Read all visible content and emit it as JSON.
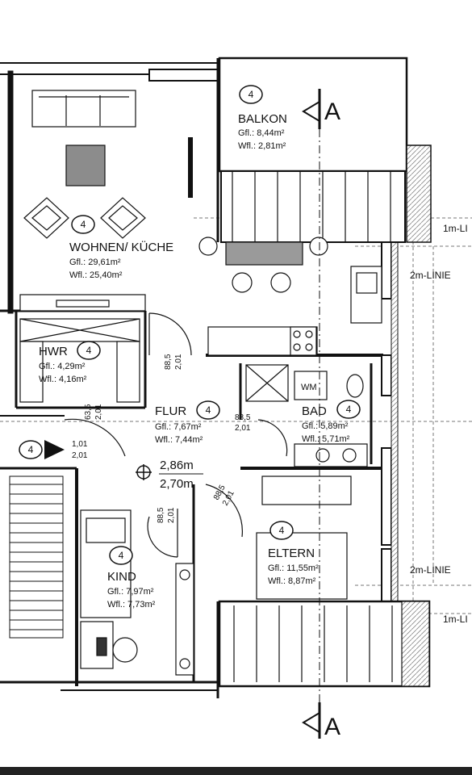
{
  "rooms": {
    "balkon": {
      "number": "4",
      "name": "BALKON",
      "gfl": "Gfl.: 8,44m²",
      "wfl": "Wfl.: 2,81m²"
    },
    "wohnen": {
      "number": "4",
      "name": "WOHNEN/ KÜCHE",
      "gfl": "Gfl.: 29,61m²",
      "wfl": "Wfl.: 25,40m²"
    },
    "hwr": {
      "number": "4",
      "name": "HWR",
      "gfl": "Gfl.: 4,29m²",
      "wfl": "Wfl.: 4,16m²"
    },
    "flur": {
      "number": "4",
      "name": "FLUR",
      "gfl": "Gfl.: 7,67m²",
      "wfl": "Wfl.: 7,44m²"
    },
    "bad": {
      "number": "4",
      "name": "BAD",
      "gfl": "Gfl.: 5,89m²",
      "wfl": "Wfl.: 5,71m²"
    },
    "kind": {
      "number": "4",
      "name": "KIND",
      "gfl": "Gfl.: 7,97m²",
      "wfl": "Wfl.: 7,73m²"
    },
    "eltern": {
      "number": "4",
      "name": "ELTERN",
      "gfl": "Gfl.: 11,55m²",
      "wfl": "Wfl.: 8,87m²"
    }
  },
  "entrance": {
    "number": "4",
    "dim_top": "1,01",
    "dim_bottom": "2,01"
  },
  "ceiling": {
    "height_1": "2,86m",
    "height_2": "2,70m"
  },
  "doors": {
    "wohnen": {
      "top": "88,5",
      "bottom": "2,01"
    },
    "hwr": {
      "top": "63,5",
      "bottom": "2,01"
    },
    "bad": {
      "top": "88,5",
      "bottom": "2,01"
    },
    "eltern": {
      "top": "88,5",
      "bottom": "2,01"
    },
    "kind": {
      "top": "88,5",
      "bottom": "2,01"
    }
  },
  "appliance": {
    "wm": "WM"
  },
  "lines": {
    "one_m": "1m-LI",
    "two_m": "2m-LINIE"
  },
  "section": {
    "letter": "A"
  }
}
